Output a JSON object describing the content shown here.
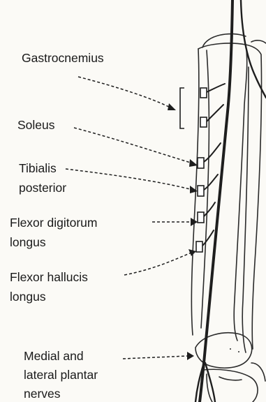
{
  "labels": {
    "gastrocnemius": "Gastrocnemius",
    "soleus": "Soleus",
    "tibialis_line1": "Tibialis",
    "tibialis_line2": "posterior",
    "fdl_line1": "Flexor digitorum",
    "fdl_line2": "longus",
    "fhl_line1": "Flexor hallucis",
    "fhl_line2": "longus",
    "plantar_line1": "Medial and",
    "plantar_line2": "lateral plantar",
    "plantar_line3": "nerves"
  },
  "colors": {
    "ink": "#1a1a1a",
    "nerve": "#222222",
    "background": "#fbfaf6"
  }
}
